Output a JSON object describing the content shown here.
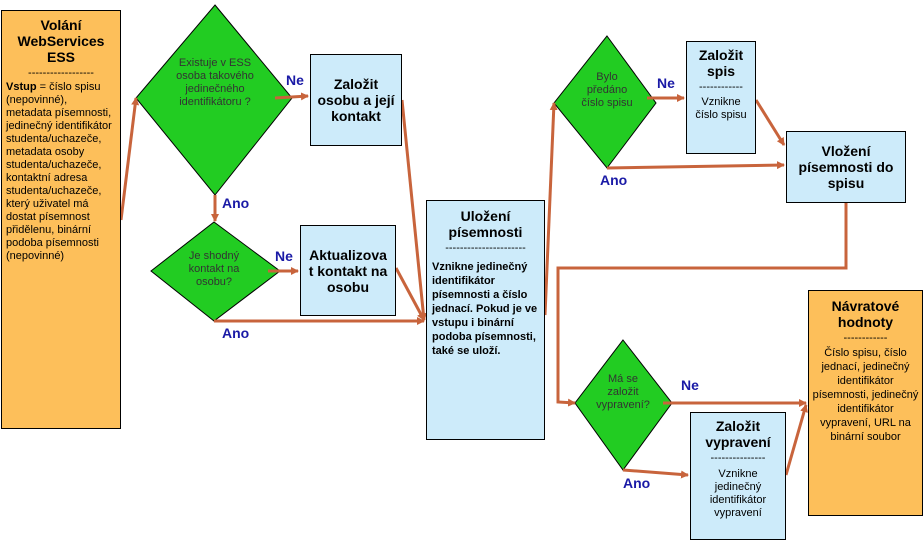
{
  "start": {
    "title": "Volání WebServices ESS",
    "divider": "------------------",
    "input_label": "Vstup",
    "input_text": " = číslo spisu (nepovinné), metadata písemnosti, jedinečný identifikátor studenta/uchazeče, metadata osoby studenta/uchazeče, kontaktní adresa studenta/uchazeče, který uživatel má dostat písemnost přidělenu, binární podoba písemnosti (nepovinné)"
  },
  "d1": {
    "text": "Existuje v ESS osoba takového jedinečného identifikátoru ?"
  },
  "d2": {
    "text": "Je shodný kontakt na osobu?"
  },
  "d3": {
    "text": "Bylo předáno číslo spisu"
  },
  "d4": {
    "text": "Má se založit vypravení?"
  },
  "p1": {
    "title": "Založit osobu a její kontakt"
  },
  "p2": {
    "title": "Aktualizovat kontakt na osobu"
  },
  "p3": {
    "title": "Uložení písemnosti",
    "divider": "----------------------",
    "text": "Vznikne jedinečný identifikátor písemnosti a číslo jednací. Pokud je ve vstupu i binární podoba písemnosti, také se uloží."
  },
  "p4": {
    "title": "Založit spis",
    "divider": "------------",
    "text": "Vznikne číslo spisu"
  },
  "p5": {
    "title": "Vložení písemnosti do spisu"
  },
  "p6": {
    "title": "Založit vypravení",
    "divider": "---------------",
    "text": "Vznikne jedinečný identifikátor vypravení"
  },
  "end": {
    "title": "Návratové hodnoty",
    "divider": "------------",
    "text": "Číslo spisu, číslo jednací, jedinečný identifikátor písemnosti, jedinečný identifikátor vypravení, URL na binární soubor"
  },
  "labels": {
    "yes": "Ano",
    "no": "Ne"
  },
  "colors": {
    "arrow": "#C8643C",
    "decision": "#22CC22",
    "start": "#FDBF5A",
    "process": "#CDEBFA",
    "label": "#1a1aa6"
  }
}
